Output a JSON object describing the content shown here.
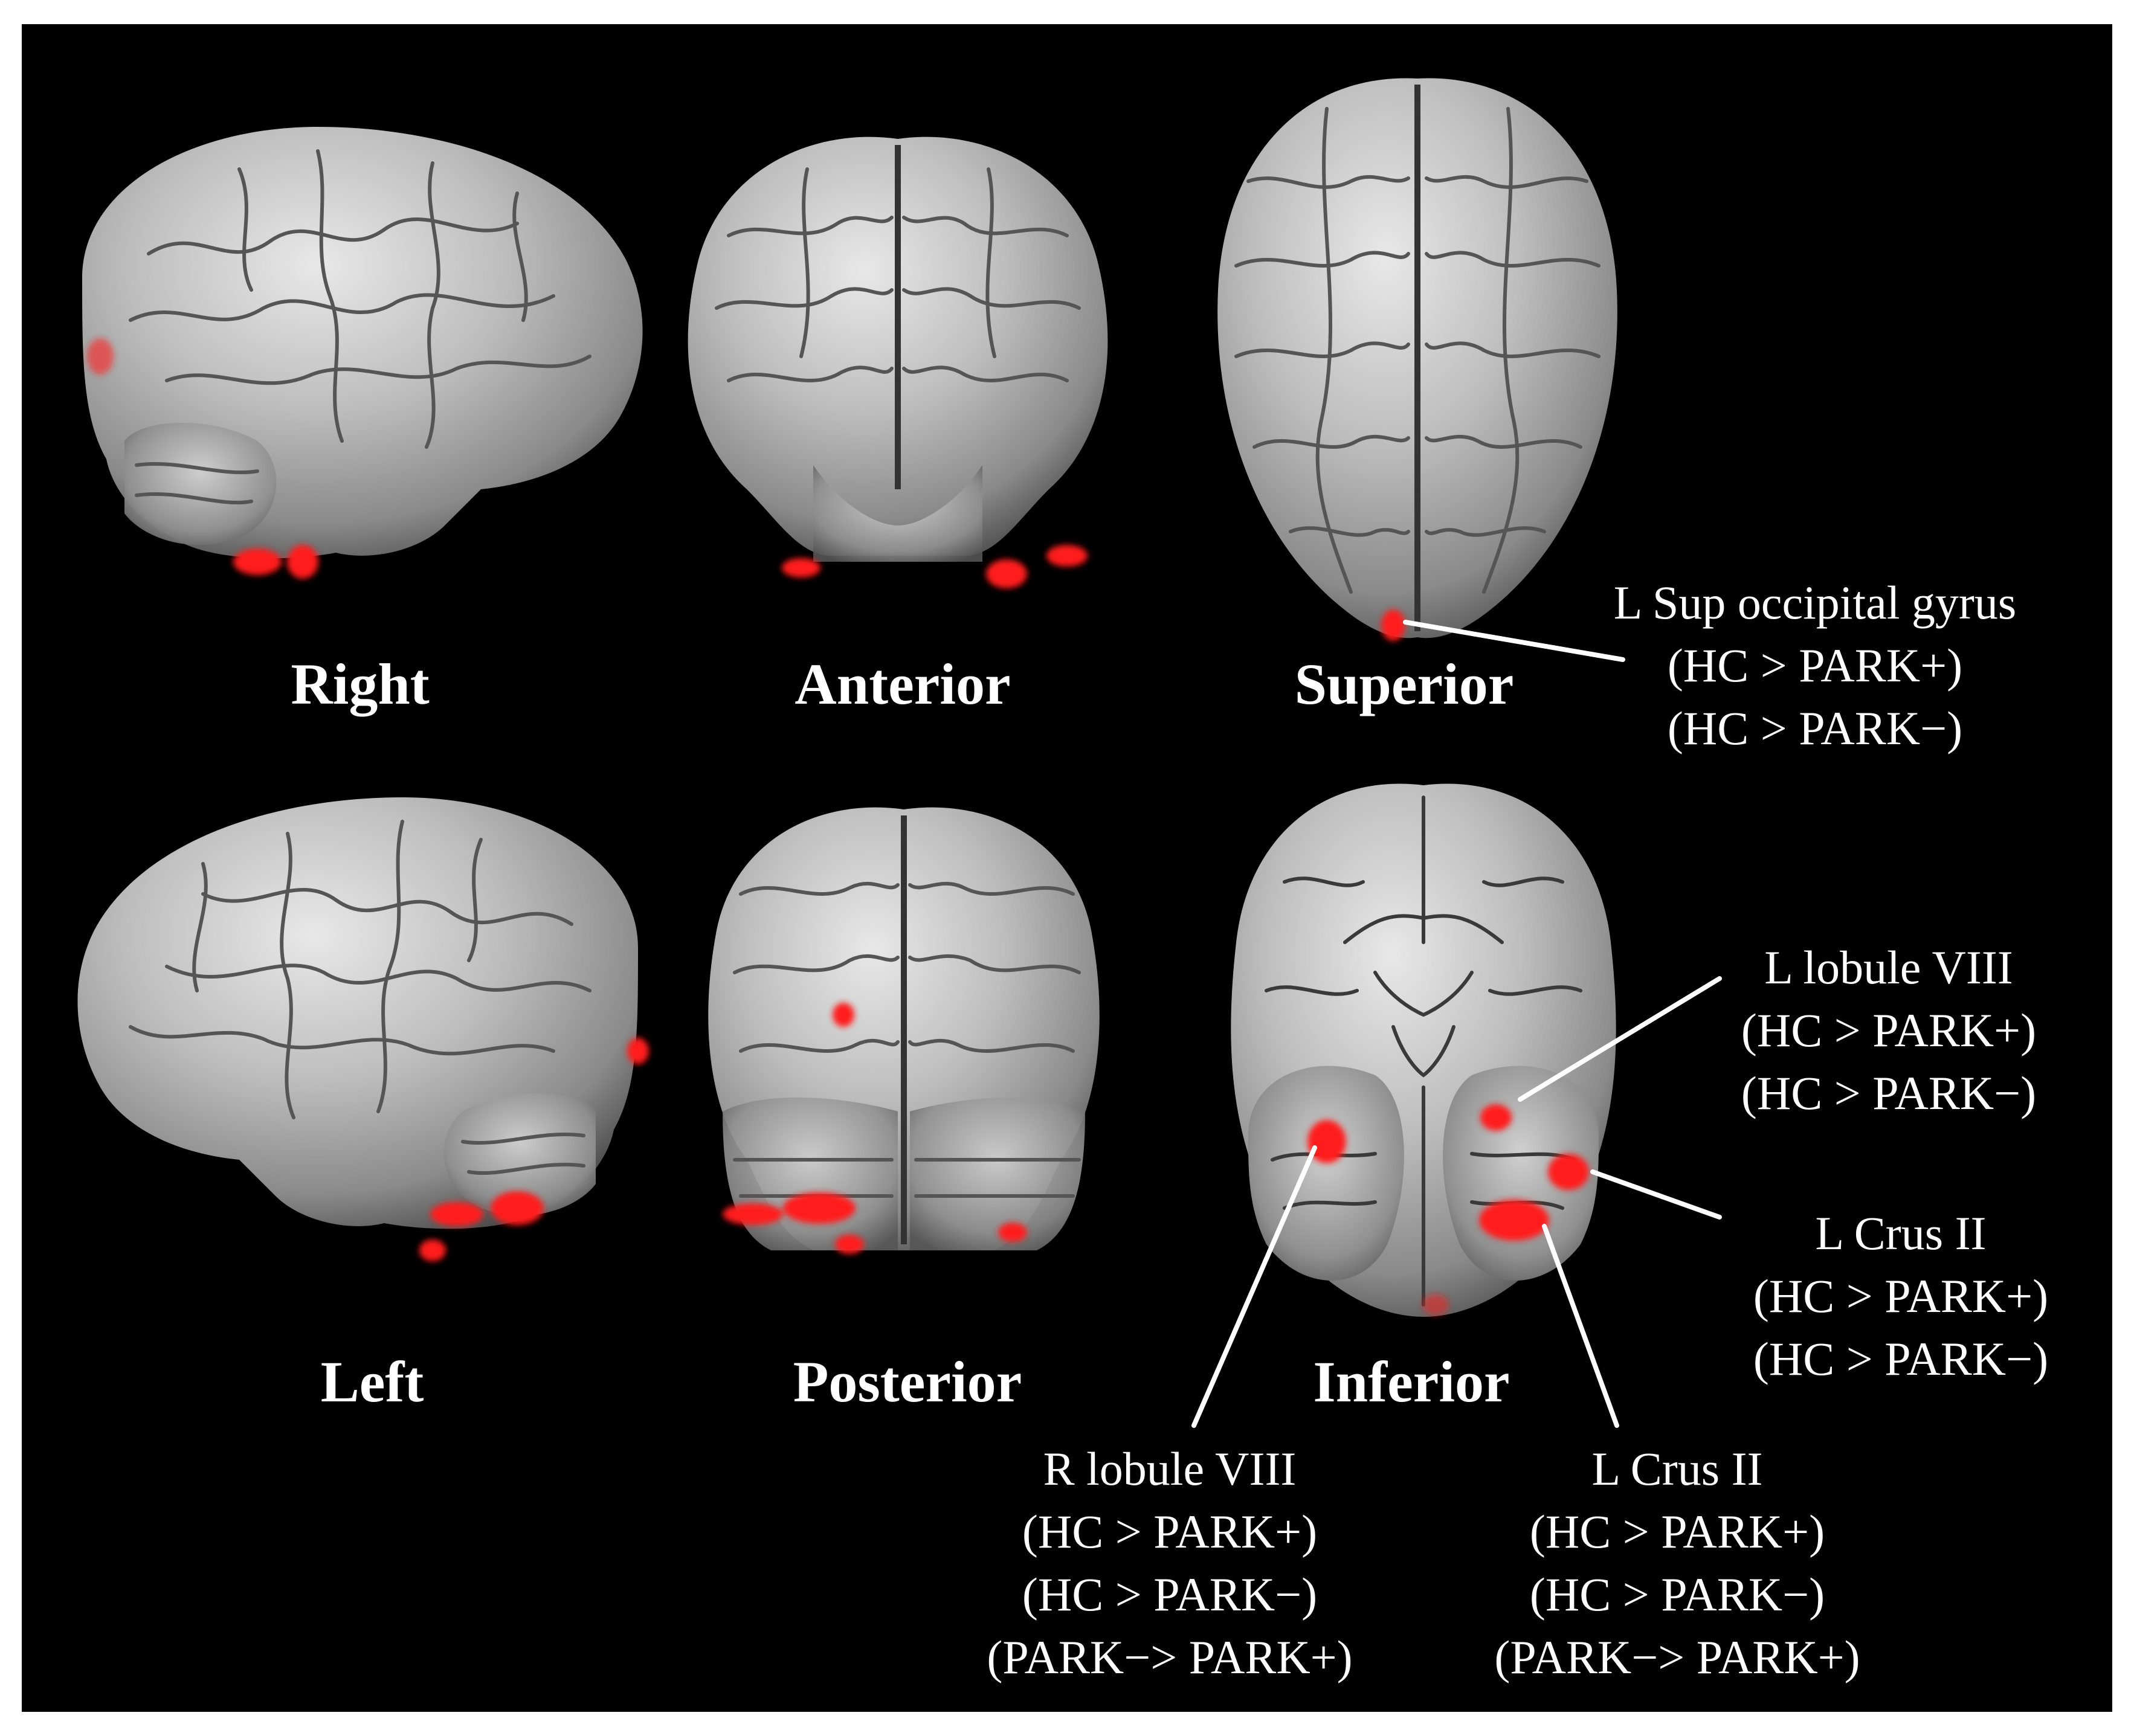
{
  "views": [
    {
      "id": "right",
      "label": "Right"
    },
    {
      "id": "anterior",
      "label": "Anterior"
    },
    {
      "id": "superior",
      "label": "Superior"
    },
    {
      "id": "left",
      "label": "Left"
    },
    {
      "id": "posterior",
      "label": "Posterior"
    },
    {
      "id": "inferior",
      "label": "Inferior"
    }
  ],
  "annotations": [
    {
      "id": "l-sup-occipital",
      "region": "L Sup occipital gyrus",
      "contrasts": [
        "(HC > PARK+)",
        "(HC > PARK−)"
      ]
    },
    {
      "id": "l-lobule-viii",
      "region": "L lobule VIII",
      "contrasts": [
        "(HC > PARK+)",
        "(HC > PARK−)"
      ]
    },
    {
      "id": "l-crus-ii-upper",
      "region": "L Crus II",
      "contrasts": [
        "(HC > PARK+)",
        "(HC > PARK−)"
      ]
    },
    {
      "id": "r-lobule-viii",
      "region": "R lobule VIII",
      "contrasts": [
        "(HC > PARK+)",
        "(HC > PARK−)",
        "(PARK−> PARK+)"
      ]
    },
    {
      "id": "l-crus-ii-lower",
      "region": "L Crus II",
      "contrasts": [
        "(HC > PARK+)",
        "(HC > PARK−)",
        "(PARK−> PARK+)"
      ]
    }
  ],
  "colors": {
    "background": "#000000",
    "activation": "#ff1a1a",
    "cortex": "#b9b9b9",
    "label": "#ffffff"
  }
}
